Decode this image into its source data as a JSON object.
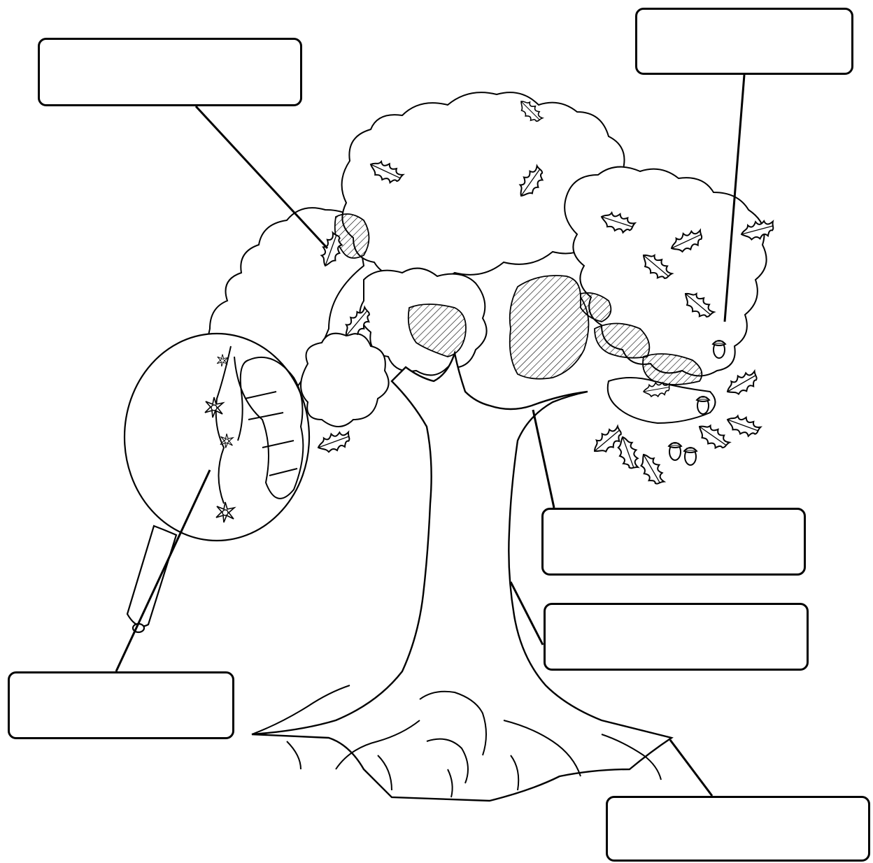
{
  "diagram": {
    "subject": "oak tree",
    "labels": [
      {
        "id": "top-left",
        "text": ""
      },
      {
        "id": "top-right",
        "text": ""
      },
      {
        "id": "mid-right",
        "text": ""
      },
      {
        "id": "low-right",
        "text": ""
      },
      {
        "id": "bottom-left",
        "text": ""
      },
      {
        "id": "bottom-right",
        "text": ""
      }
    ],
    "colors": {
      "line": "#000000",
      "background": "#ffffff"
    }
  }
}
